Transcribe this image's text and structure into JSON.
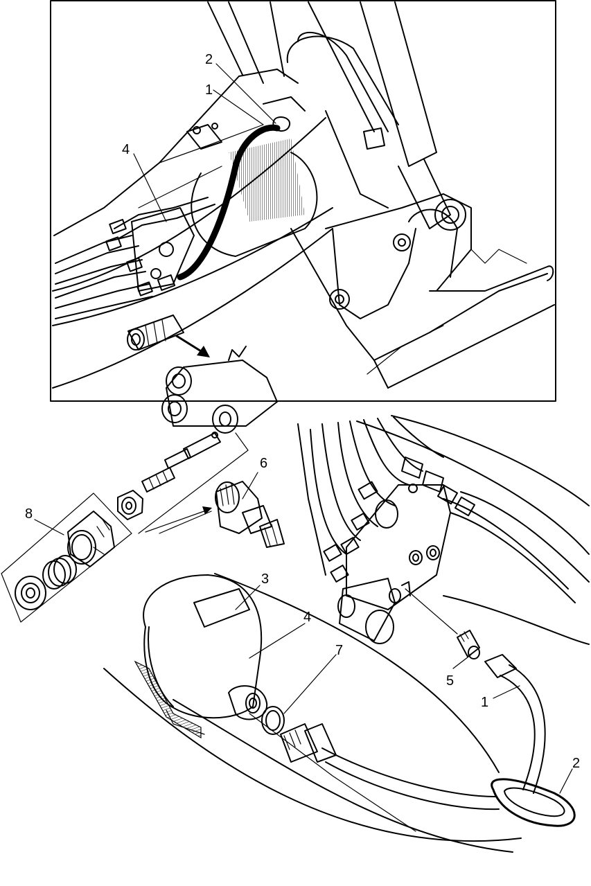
{
  "callouts": {
    "top_2": "2",
    "top_1": "1",
    "top_4": "4",
    "exp_6": "6",
    "exp_8": "8",
    "bot_3": "3",
    "bot_4": "4",
    "bot_7": "7",
    "bot_5": "5",
    "bot_1": "1",
    "bot_2": "2"
  },
  "colors": {
    "ink": "#000000",
    "paper": "#ffffff"
  }
}
